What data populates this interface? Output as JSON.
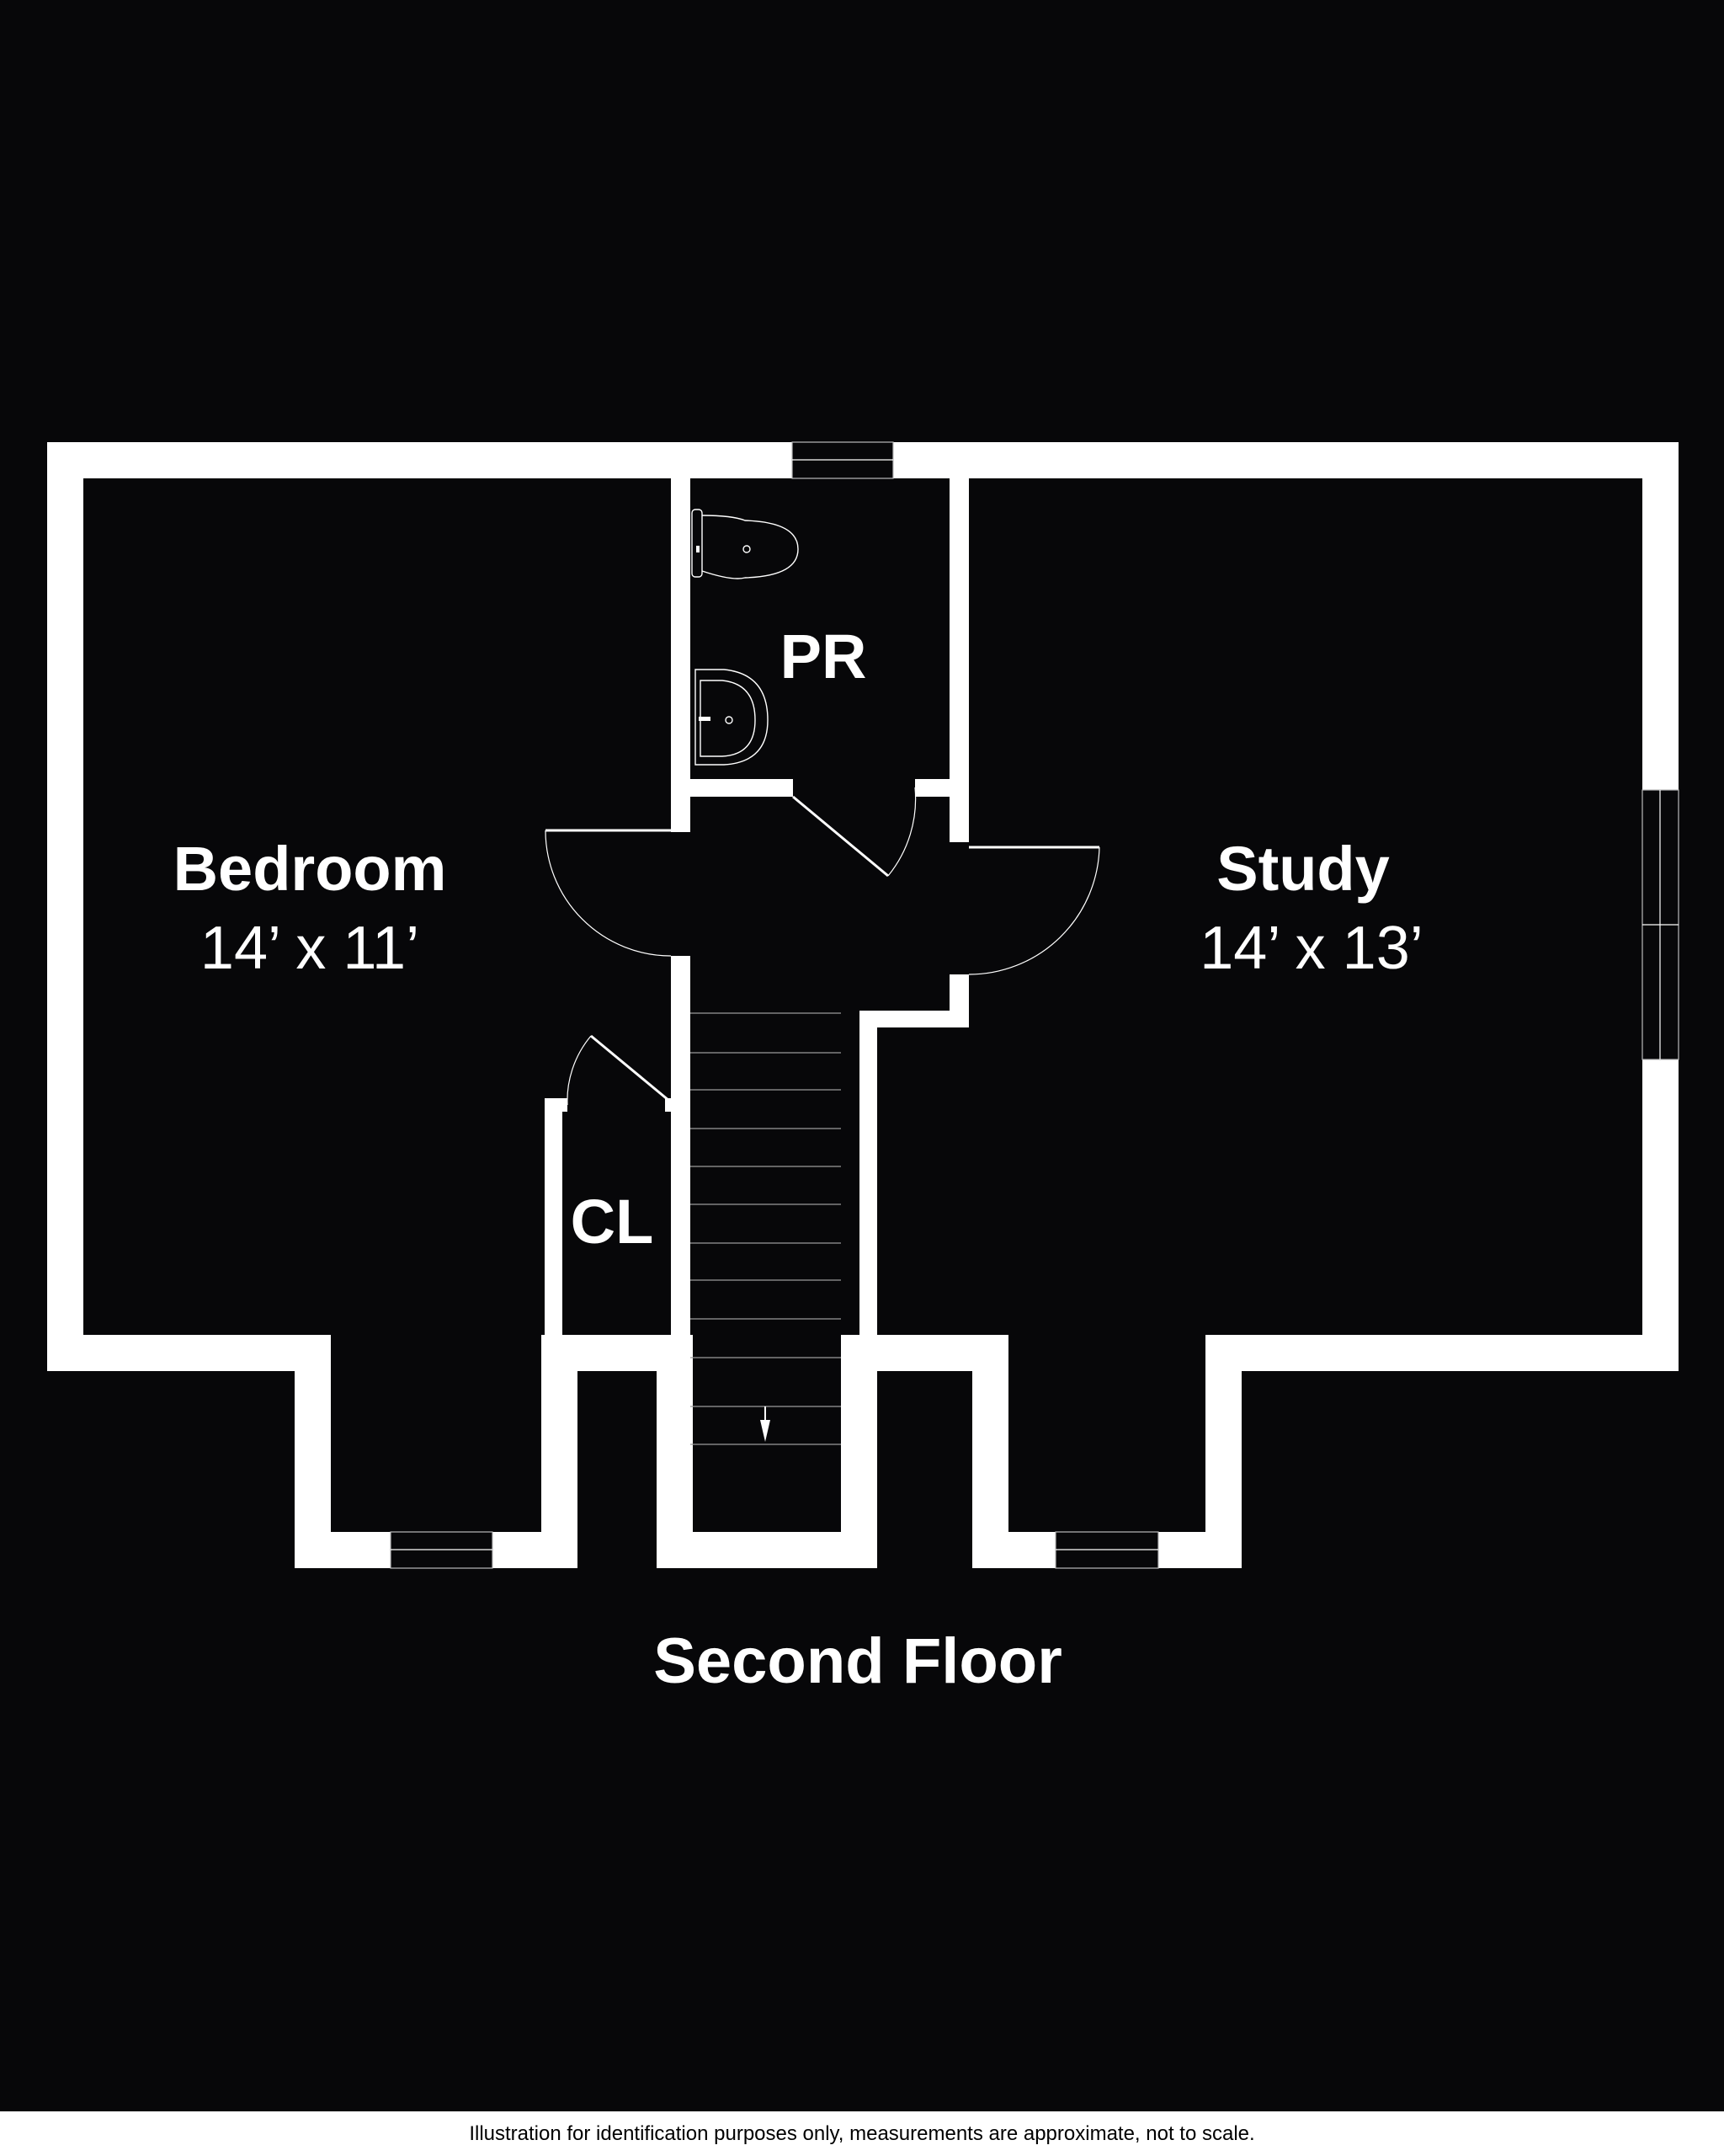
{
  "floor_title": "Second Floor",
  "rooms": {
    "bedroom": {
      "name": "Bedroom",
      "dimensions": "14’ x 11’"
    },
    "study": {
      "name": "Study",
      "dimensions": "14’ x 13’"
    },
    "powder_room": {
      "name": "PR"
    },
    "closet": {
      "name": "CL"
    }
  },
  "disclaimer": "Illustration for identification purposes only, measurements are approximate, not to scale.",
  "colors": {
    "background": "#070709",
    "walls": "#ffffff",
    "footer_background": "#ffffff",
    "footer_text": "#000000"
  }
}
